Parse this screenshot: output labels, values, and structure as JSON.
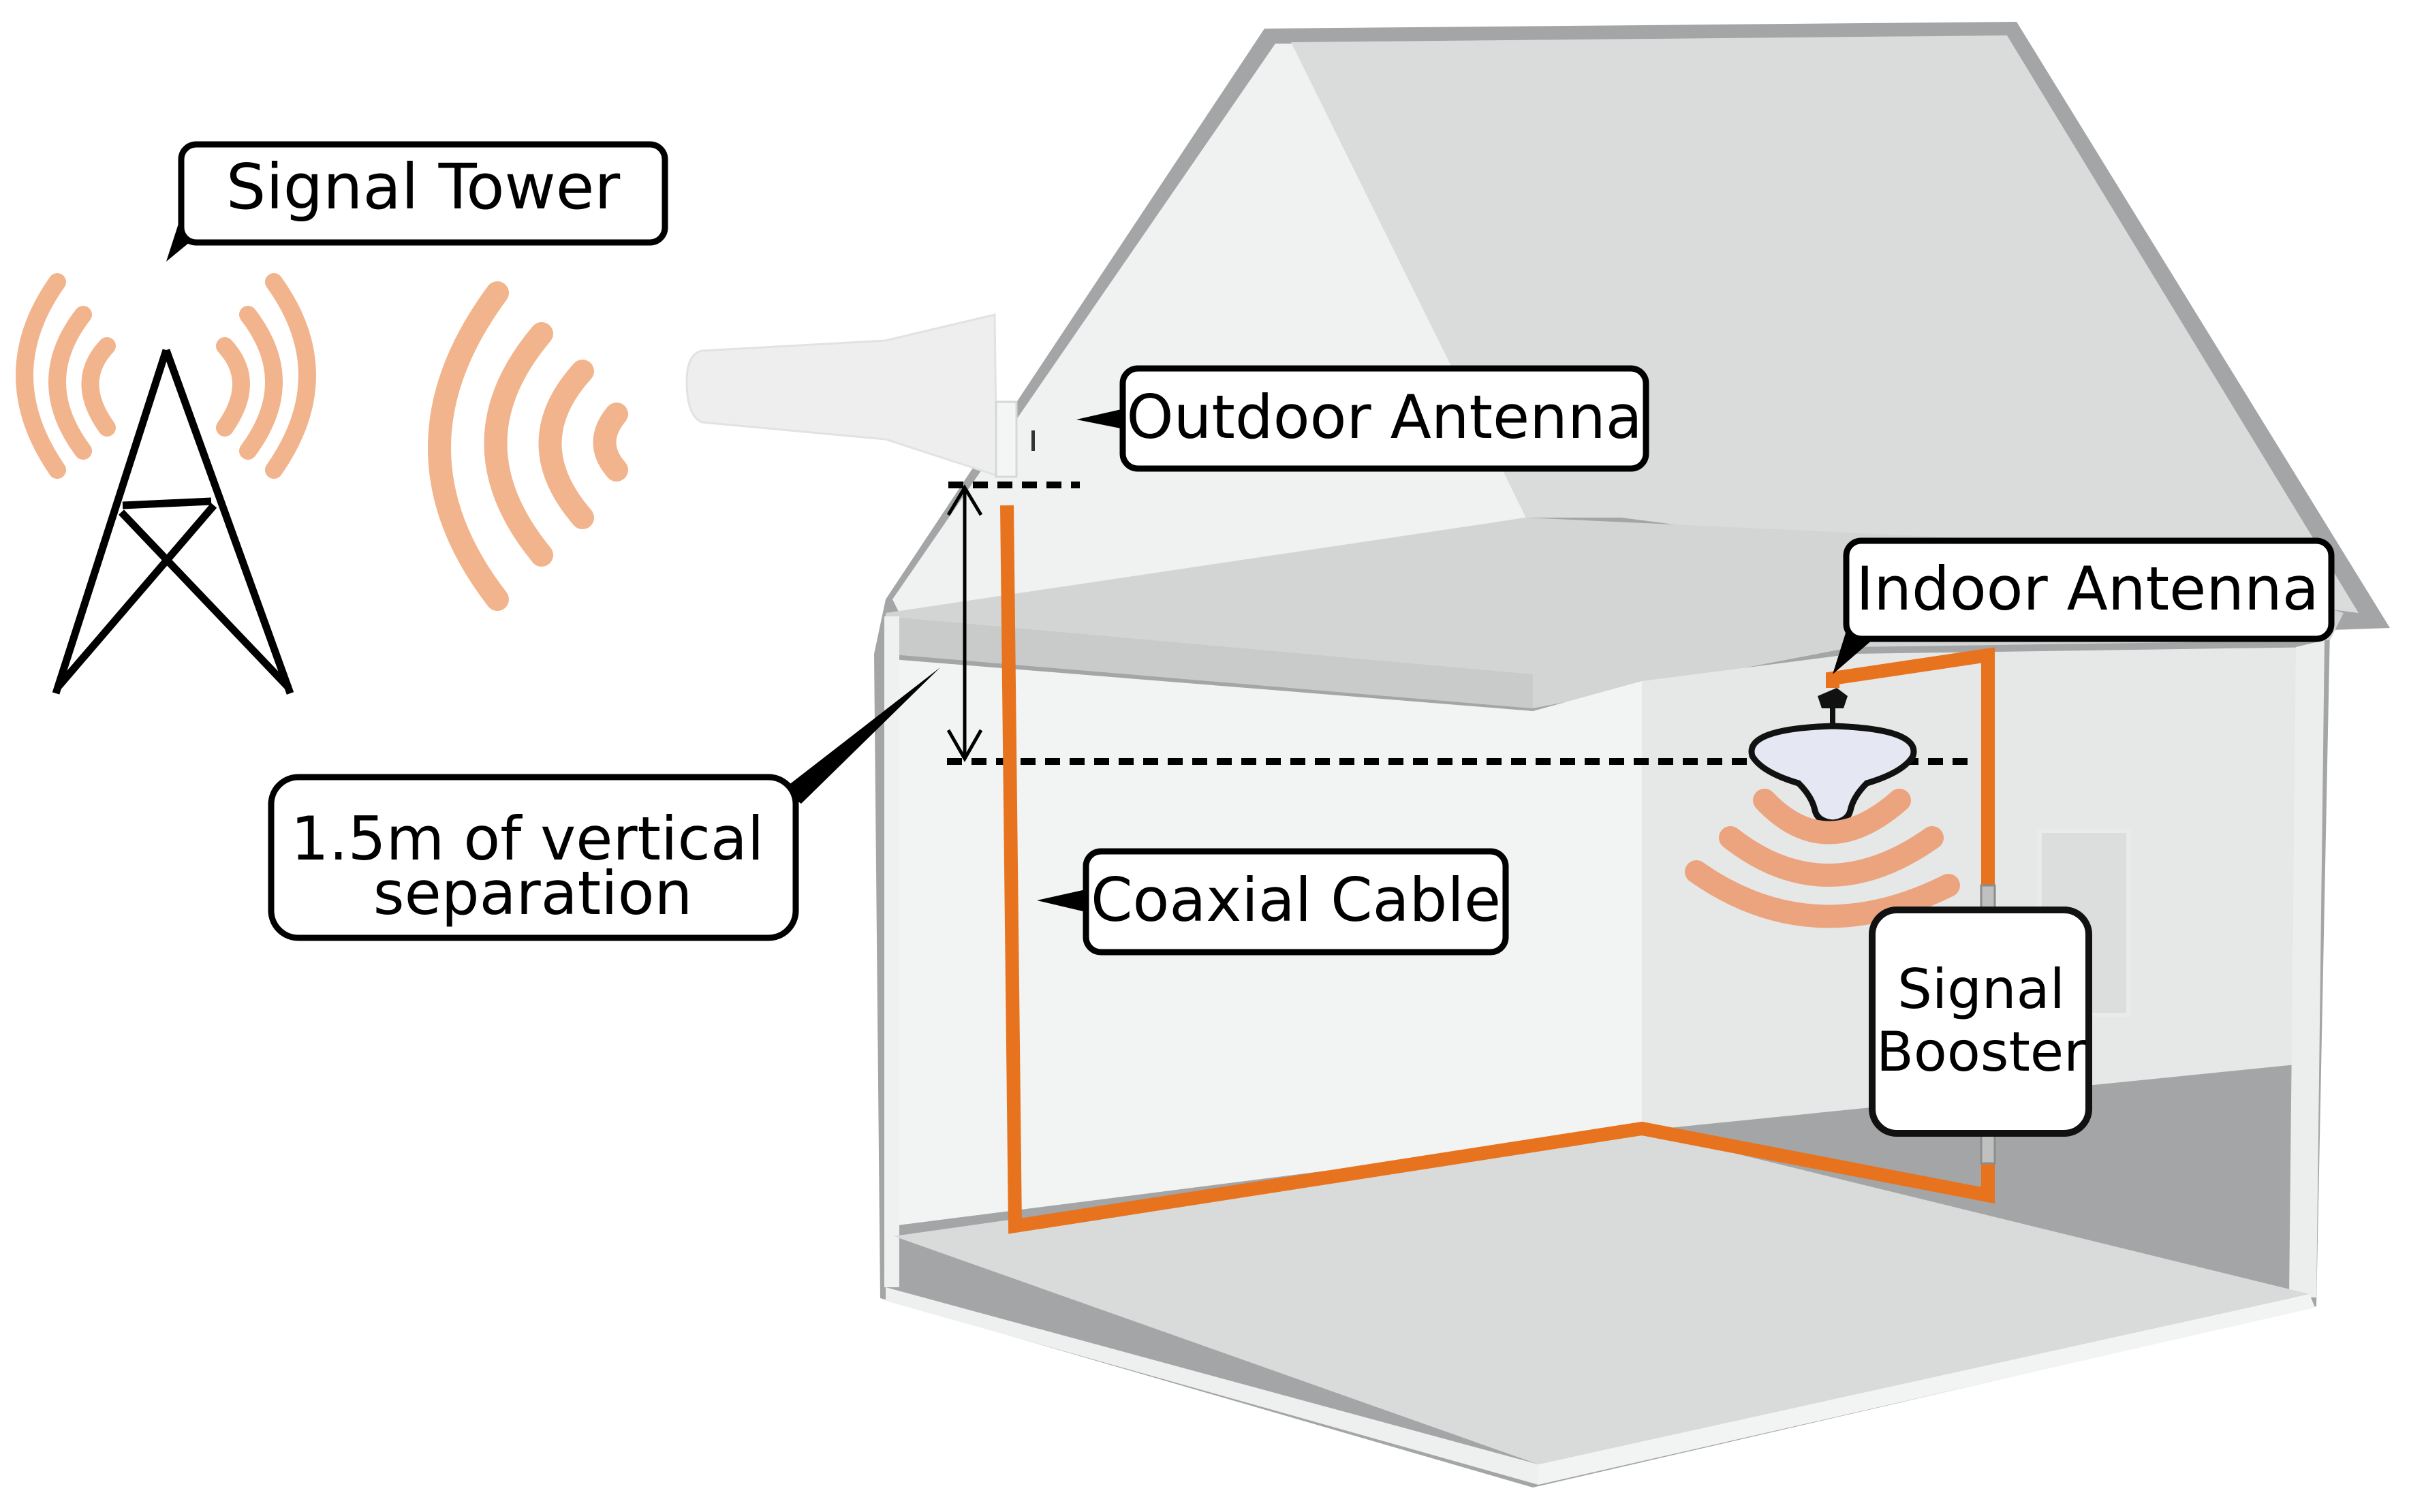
{
  "title": "Cell Signal Booster Installation Diagram",
  "labels": {
    "signal_tower": "Signal Tower",
    "outdoor_antenna": "Outdoor Antenna",
    "indoor_antenna": "Indoor Antenna",
    "signal_booster_line1": "Signal",
    "signal_booster_line2": "Booster",
    "separation_line1": "1.5m of vertical",
    "separation_line2": "separation",
    "coaxial_cable": "Coaxial Cable"
  },
  "colors": {
    "cable": "#E8731F",
    "signal_waves": "#F2B48C",
    "house_outline": "#A3A5A6",
    "house_wall_light": "#EFF0F0",
    "house_wall_mid": "#E3E4E4",
    "roof_shade": "#D8D9D9",
    "floor": "#D9DADA",
    "label_border": "#000000",
    "label_fill": "#FFFFFF",
    "tower_stroke": "#000000"
  },
  "separation": {
    "value": 1.5,
    "unit": "m"
  }
}
